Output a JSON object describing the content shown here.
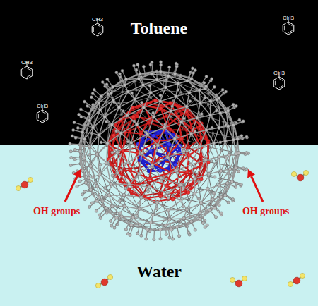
{
  "diagram": {
    "nodes": [
      {
        "text": [
          "Toluene"
        ]
      },
      {
        "text": [
          "Water"
        ]
      }
    ],
    "labels": [
      "OH groups",
      "OH groups",
      "CH3",
      "CH3",
      "CH3",
      "CH3",
      "CH3"
    ]
  }
}
